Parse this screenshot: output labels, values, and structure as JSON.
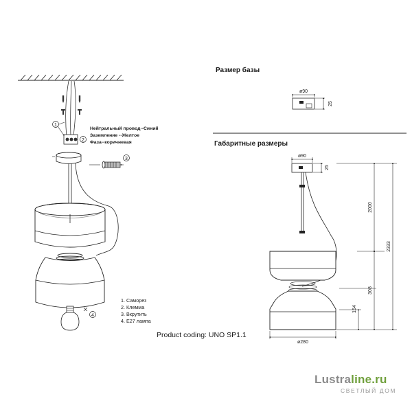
{
  "headings": {
    "base_size": "Размер базы",
    "overall_size": "Габаритные размеры"
  },
  "wiring": {
    "neutral": "Нейтральный провод--Синий",
    "ground": "Заземление --Желтое",
    "phase": "Фаза--коричневая"
  },
  "legend": [
    "1. Саморез",
    "2. Клемма",
    "3. Вкрутить",
    "4. E27 лампа"
  ],
  "product_coding": "Product coding: UNO SP1.1",
  "callouts": [
    "①",
    "②",
    "③",
    "④"
  ],
  "dimensions": {
    "base_diameter": "ø90",
    "base_height": "25",
    "canopy_diameter": "ø90",
    "canopy_height": "25",
    "cable_length": "2000",
    "total_height": "2333",
    "shade_height": "308",
    "lower_height": "154",
    "shade_diameter": "ø280"
  },
  "brand": {
    "name_part1": "Lustra",
    "name_part2": "line.ru",
    "tagline": "СВЕТЛЫЙ ДОМ"
  }
}
